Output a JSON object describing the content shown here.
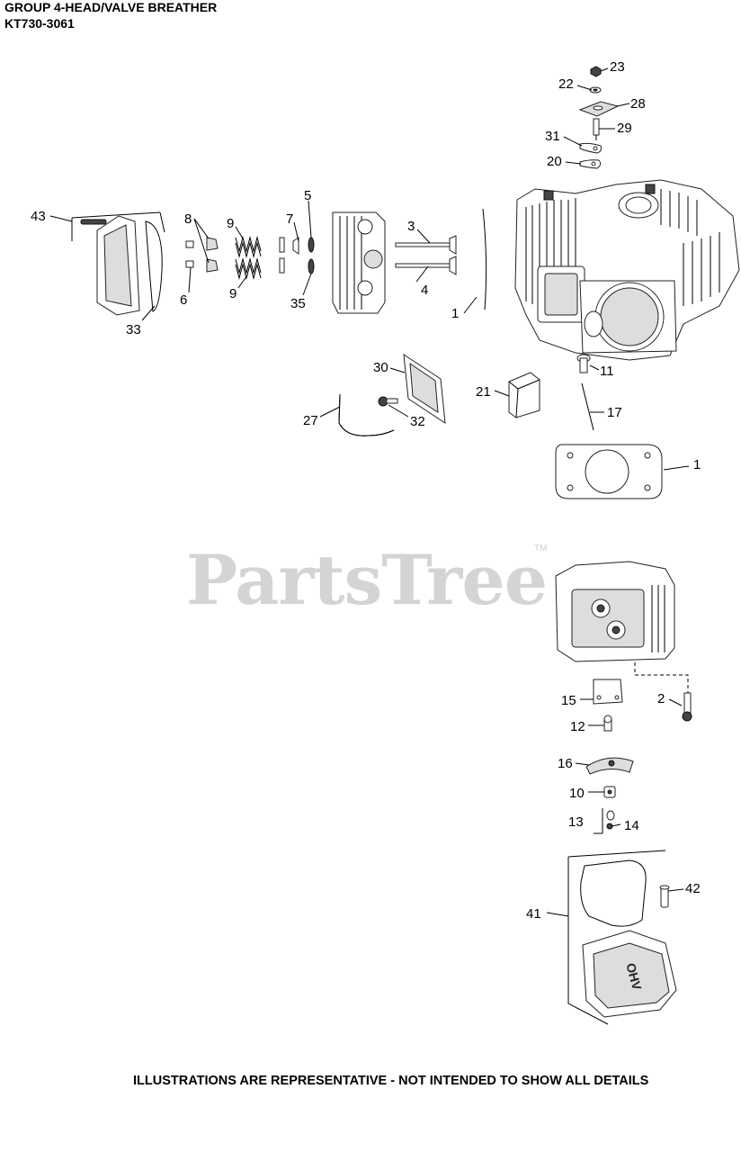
{
  "header": {
    "group_title": "GROUP 4-HEAD/VALVE BREATHER",
    "model_number": "KT730-3061"
  },
  "watermark": {
    "brand": "PartsTree",
    "trademark": "TM"
  },
  "footer": {
    "disclaimer": "ILLUSTRATIONS ARE REPRESENTATIVE - NOT INTENDED TO SHOW ALL DETAILS"
  },
  "callouts": {
    "c23": "23",
    "c22": "22",
    "c28": "28",
    "c29": "29",
    "c31": "31",
    "c20": "20",
    "c43": "43",
    "c8": "8",
    "c9a": "9",
    "c7": "7",
    "c5": "5",
    "c3": "3",
    "c6": "6",
    "c9b": "9",
    "c35": "35",
    "c4": "4",
    "c1a": "1",
    "c33": "33",
    "c11": "11",
    "c30": "30",
    "c21": "21",
    "c17": "17",
    "c27": "27",
    "c32": "32",
    "c1b": "1",
    "c15": "15",
    "c2": "2",
    "c12": "12",
    "c16": "16",
    "c10": "10",
    "c13": "13",
    "c14": "14",
    "c42": "42",
    "c41": "41"
  }
}
